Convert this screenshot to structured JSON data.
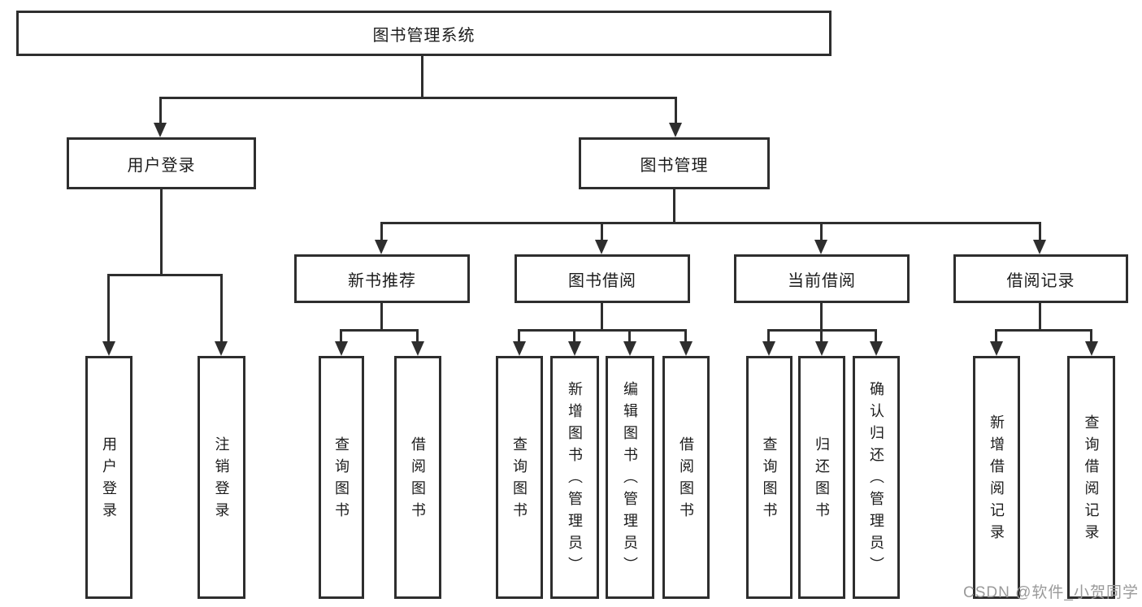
{
  "colors": {
    "line": "#2e2e2e",
    "text": "#1c1c1c",
    "background": "#ffffff",
    "watermark_color": "#9a9a9a"
  },
  "watermark": {
    "text": "CSDN @软件_小贺同学"
  },
  "tree": {
    "root": {
      "label": "图书管理系统"
    },
    "branches": [
      {
        "label": "用户登录",
        "children": [
          {
            "label": "用户登录"
          },
          {
            "label": "注销登录"
          }
        ]
      },
      {
        "label": "图书管理",
        "children": [
          {
            "label": "新书推荐",
            "children": [
              {
                "label": "查询图书"
              },
              {
                "label": "借阅图书"
              }
            ]
          },
          {
            "label": "图书借阅",
            "children": [
              {
                "label": "查询图书"
              },
              {
                "label": "新增图书（管理员）"
              },
              {
                "label": "编辑图书（管理员）"
              },
              {
                "label": "借阅图书"
              }
            ]
          },
          {
            "label": "当前借阅",
            "children": [
              {
                "label": "查询图书"
              },
              {
                "label": "归还图书"
              },
              {
                "label": "确认归还（管理员）"
              }
            ]
          },
          {
            "label": "借阅记录",
            "children": [
              {
                "label": "新增借阅记录"
              },
              {
                "label": "查询借阅记录"
              }
            ]
          }
        ]
      }
    ]
  }
}
